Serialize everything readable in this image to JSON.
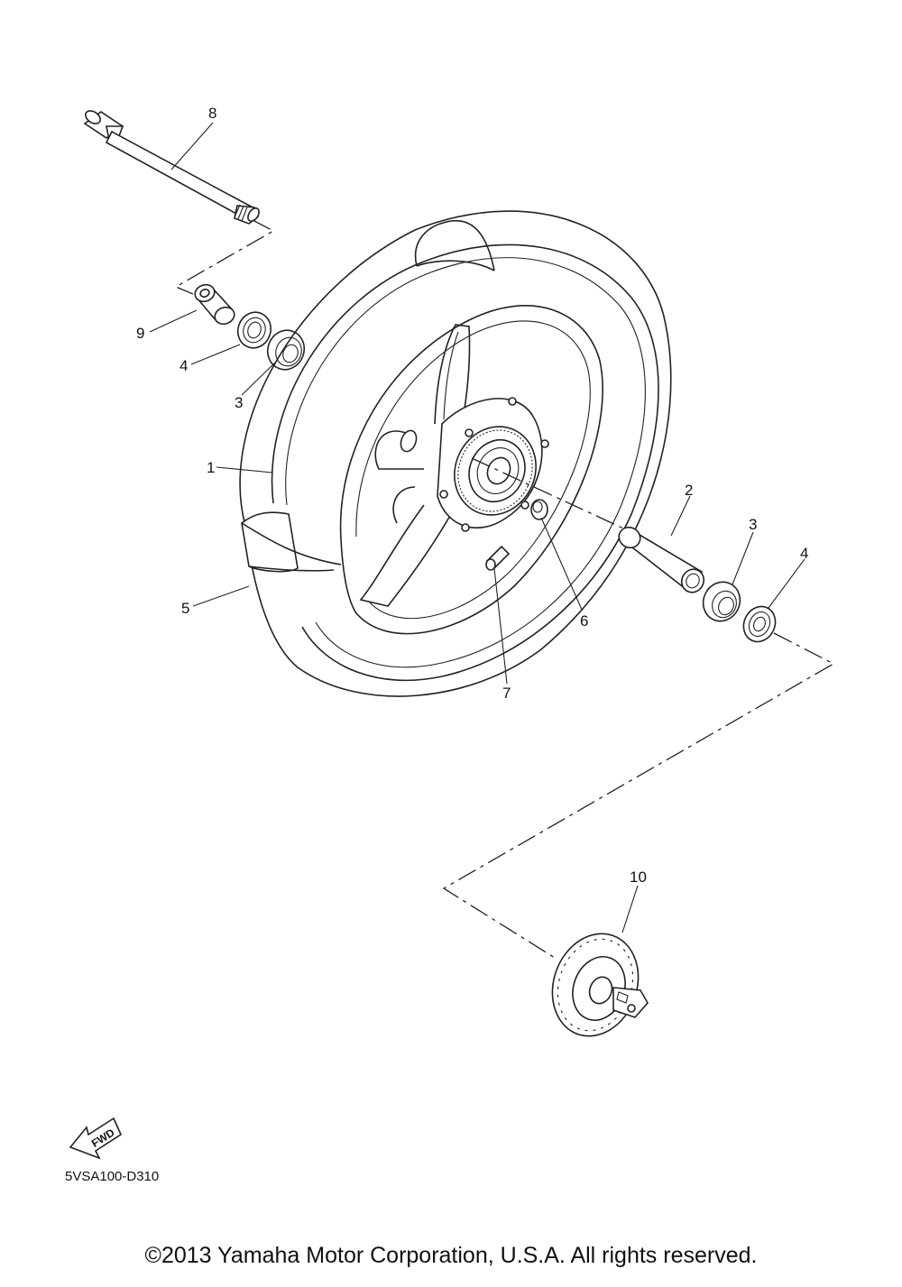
{
  "callouts": {
    "c1": "1",
    "c2": "2",
    "c3a": "3",
    "c3b": "3",
    "c4a": "4",
    "c4b": "4",
    "c5": "5",
    "c6": "6",
    "c7": "7",
    "c8": "8",
    "c9": "9",
    "c10": "10"
  },
  "fwd_label": "FWD",
  "diagram_code": "5VSA100-D310",
  "copyright": "©2013 Yamaha Motor Corporation, U.S.A. All rights reserved."
}
